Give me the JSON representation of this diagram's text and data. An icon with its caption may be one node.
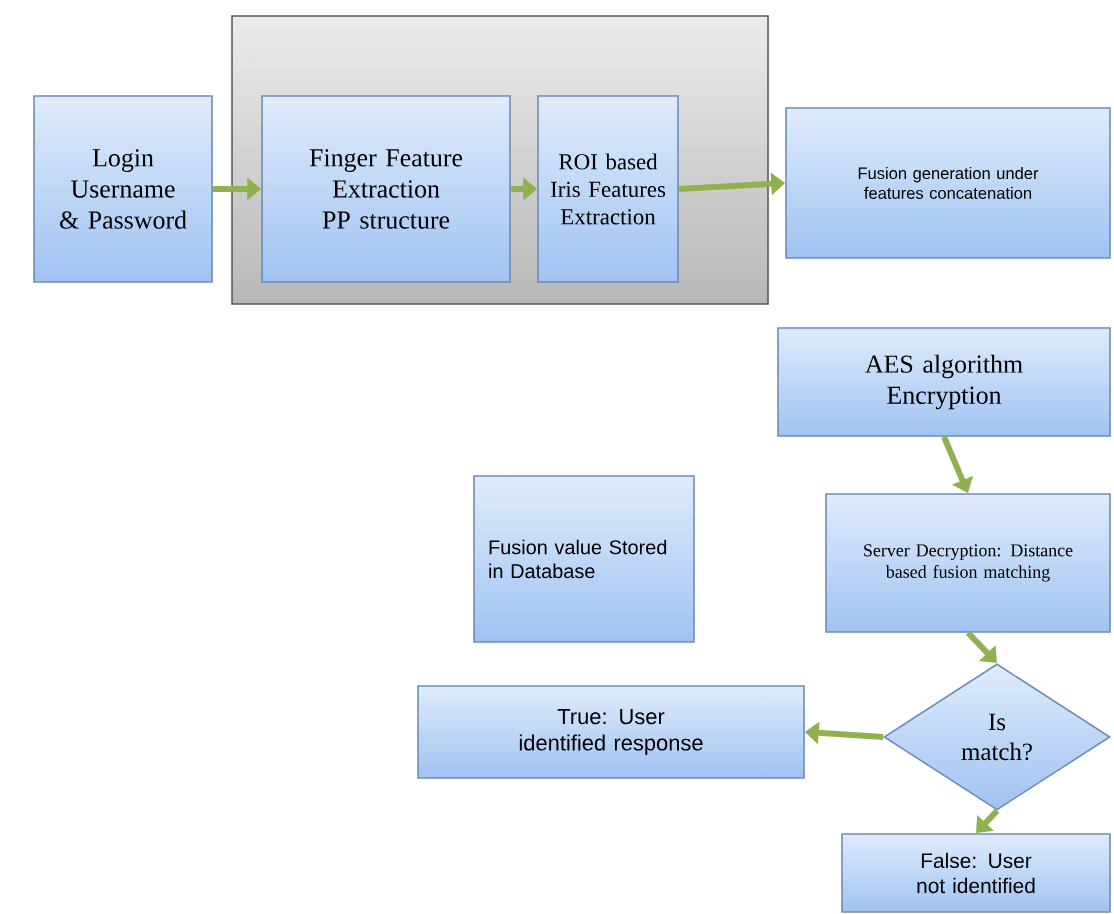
{
  "diagram": {
    "nodes": [
      {
        "text": [
          "Login Username & Password"
        ]
      },
      {
        "text": [],
        "shape": "box"
      },
      {
        "text": [
          "Finger Feature Extraction PP structure"
        ],
        "in": 1
      },
      {
        "text": [
          "ROI based Iris Features Extraction"
        ],
        "in": 1
      },
      {
        "text": [
          "Fusion generation under features concatenation"
        ]
      },
      {
        "text": [
          "AES algorithm Encryption"
        ]
      },
      {
        "text": [
          "Fusion value Stored in Database"
        ]
      },
      {
        "text": [
          "Server Decryption: Distance based fusion matching"
        ]
      },
      {
        "text": [
          "Is match?"
        ]
      },
      {
        "text": [
          "True: User identified response"
        ]
      },
      {
        "text": [
          "False: User not identified"
        ]
      }
    ],
    "edges": [
      {
        "from": 0,
        "to": 2,
        "arrow": "to"
      },
      {
        "from": 2,
        "to": 3,
        "arrow": "to"
      },
      {
        "from": 3,
        "to": 4,
        "arrow": "to"
      },
      {
        "from": 5,
        "to": 7,
        "arrow": "to"
      },
      {
        "from": 7,
        "to": 8,
        "arrow": "to"
      },
      {
        "from": 8,
        "to": 9,
        "arrow": "to"
      },
      {
        "from": 8,
        "to": 10,
        "arrow": "to"
      }
    ]
  }
}
